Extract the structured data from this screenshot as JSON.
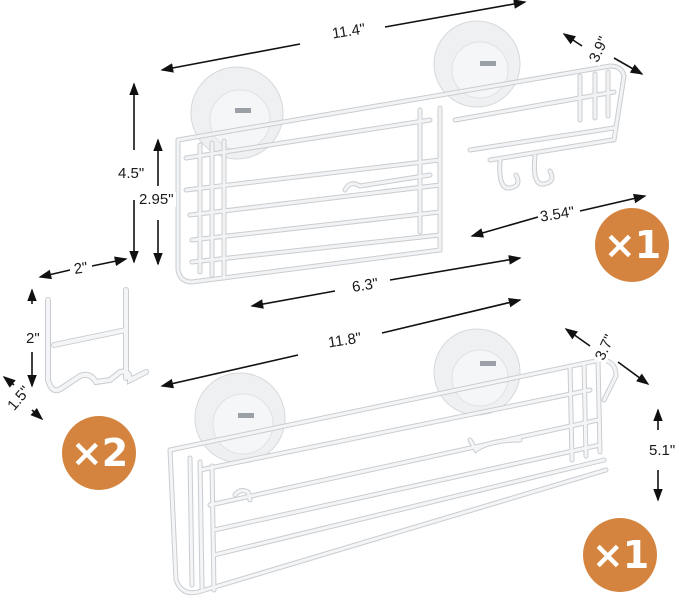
{
  "colors": {
    "badge": "#d4843e",
    "wire": "#e9ecef",
    "wire_outline": "#c8ccd0",
    "suction_cup": "#eceeef",
    "dimension_line": "#111111",
    "background": "#ffffff"
  },
  "products": {
    "combo_caddy": {
      "quantity_label": "×1",
      "dimensions": {
        "length": "11.4\"",
        "depth": "3.9\"",
        "height": "4.5\"",
        "inner_height": "2.95\"",
        "basket_length": "6.3\"",
        "soap_dish_length": "3.54\""
      }
    },
    "hook": {
      "quantity_label": "×2",
      "dimensions": {
        "width": "2\"",
        "height": "2\"",
        "depth": "1.5\""
      }
    },
    "basket": {
      "quantity_label": "×1",
      "dimensions": {
        "length": "11.8\"",
        "depth": "3.7\"",
        "height": "5.1\""
      }
    }
  }
}
